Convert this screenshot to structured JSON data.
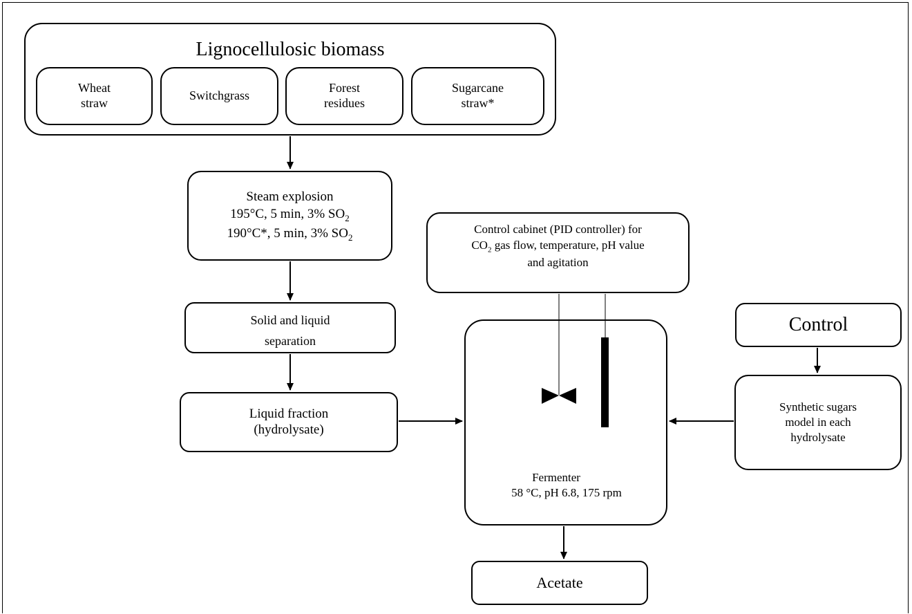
{
  "biomass": {
    "title": "Lignocellulosic biomass",
    "items": [
      {
        "lines": [
          "Wheat",
          "straw"
        ]
      },
      {
        "lines": [
          "Switchgrass"
        ]
      },
      {
        "lines": [
          "Forest",
          "residues"
        ]
      },
      {
        "lines": [
          "Sugarcane",
          "straw*"
        ]
      }
    ]
  },
  "steam_explosion": {
    "title": "Steam explosion",
    "cond1_prefix": "195°C, 5 min, 3% SO",
    "cond1_sub": "2",
    "cond2_prefix": "190°C*, 5 min, 3% SO",
    "cond2_sub": "2"
  },
  "separation": {
    "line1": "Solid and liquid",
    "line2": "separation"
  },
  "liquid_fraction": {
    "line1": "Liquid fraction",
    "line2": "(hydrolysate)"
  },
  "control_cabinet": {
    "line1": "Control cabinet (PID controller) for",
    "line2_prefix": "CO",
    "line2_sub": "2",
    "line2_suffix": " gas flow, temperature, pH value",
    "line3": "and agitation"
  },
  "fermenter": {
    "line1": "Fermenter",
    "line2": "58 °C, pH 6.8, 175 rpm"
  },
  "control": {
    "label": "Control"
  },
  "synthetic_sugars": {
    "line1": "Synthetic sugars",
    "line2": "model in each",
    "line3": "hydrolysate"
  },
  "acetate": {
    "label": "Acetate"
  }
}
